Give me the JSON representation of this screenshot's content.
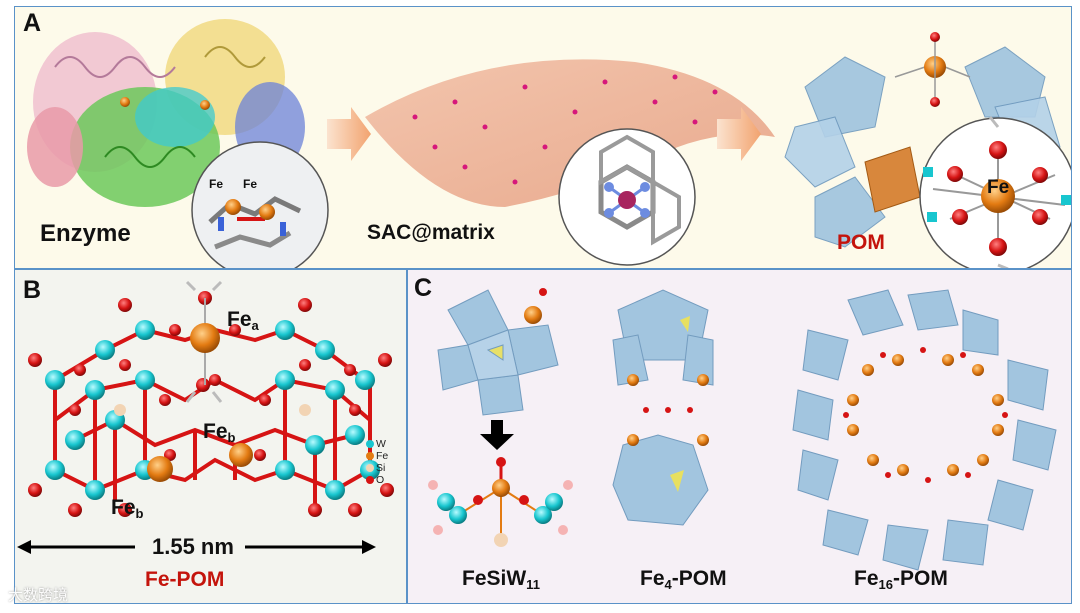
{
  "panels": {
    "a": {
      "letter": "A",
      "enzyme_label": "Enzyme",
      "enzyme_fe1": "Fe",
      "enzyme_fe2": "Fe",
      "sac_label": "SAC@matrix",
      "pom_label": "POM",
      "pom_fe": "Fe"
    },
    "b": {
      "letter": "B",
      "fe_a": "Fe",
      "fe_a_sub": "a",
      "fe_b1": "Fe",
      "fe_b1_sub": "b",
      "fe_b2": "Fe",
      "fe_b2_sub": "b",
      "scale": "1.55 nm",
      "caption": "Fe-POM",
      "legend": [
        {
          "name": "W",
          "color": "#18c6cf"
        },
        {
          "name": "Fe",
          "color": "#e37b12"
        },
        {
          "name": "Si",
          "color": "#f2d4b4"
        },
        {
          "name": "O",
          "color": "#d61414"
        }
      ]
    },
    "c": {
      "letter": "C",
      "label1_main": "FeSiW",
      "label1_sub": "11",
      "label2_pre": "Fe",
      "label2_sub": "4",
      "label2_post": "-POM",
      "label3_pre": "Fe",
      "label3_sub": "16",
      "label3_post": "-POM"
    }
  },
  "watermark": "大数跨境",
  "colors": {
    "border": "#5a92c8",
    "accent_red": "#c4140c",
    "tungsten": "#18c6cf",
    "iron": "#e37b12",
    "oxygen": "#d61414",
    "polyhedra": "#9ec3de"
  }
}
